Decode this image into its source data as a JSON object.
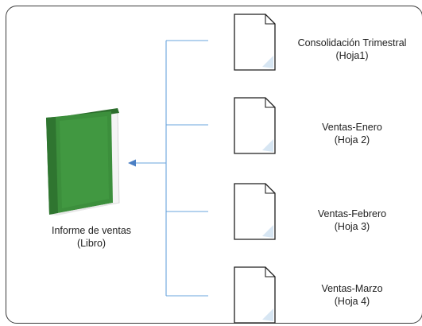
{
  "book": {
    "title": "Informe de ventas",
    "subtitle": "(Libro)",
    "icon": "green-book-icon",
    "color": "#3a8a3a"
  },
  "connector_color": "#4a90d9",
  "sheets": [
    {
      "name": "Consolidación Trimestral",
      "sheet": "(Hoja1)",
      "icon": "document-icon"
    },
    {
      "name": "Ventas-Enero",
      "sheet": "(Hoja 2)",
      "icon": "document-icon"
    },
    {
      "name": "Ventas-Febrero",
      "sheet": "(Hoja 3)",
      "icon": "document-icon"
    },
    {
      "name": "Ventas-Marzo",
      "sheet": "(Hoja 4)",
      "icon": "document-icon"
    }
  ]
}
